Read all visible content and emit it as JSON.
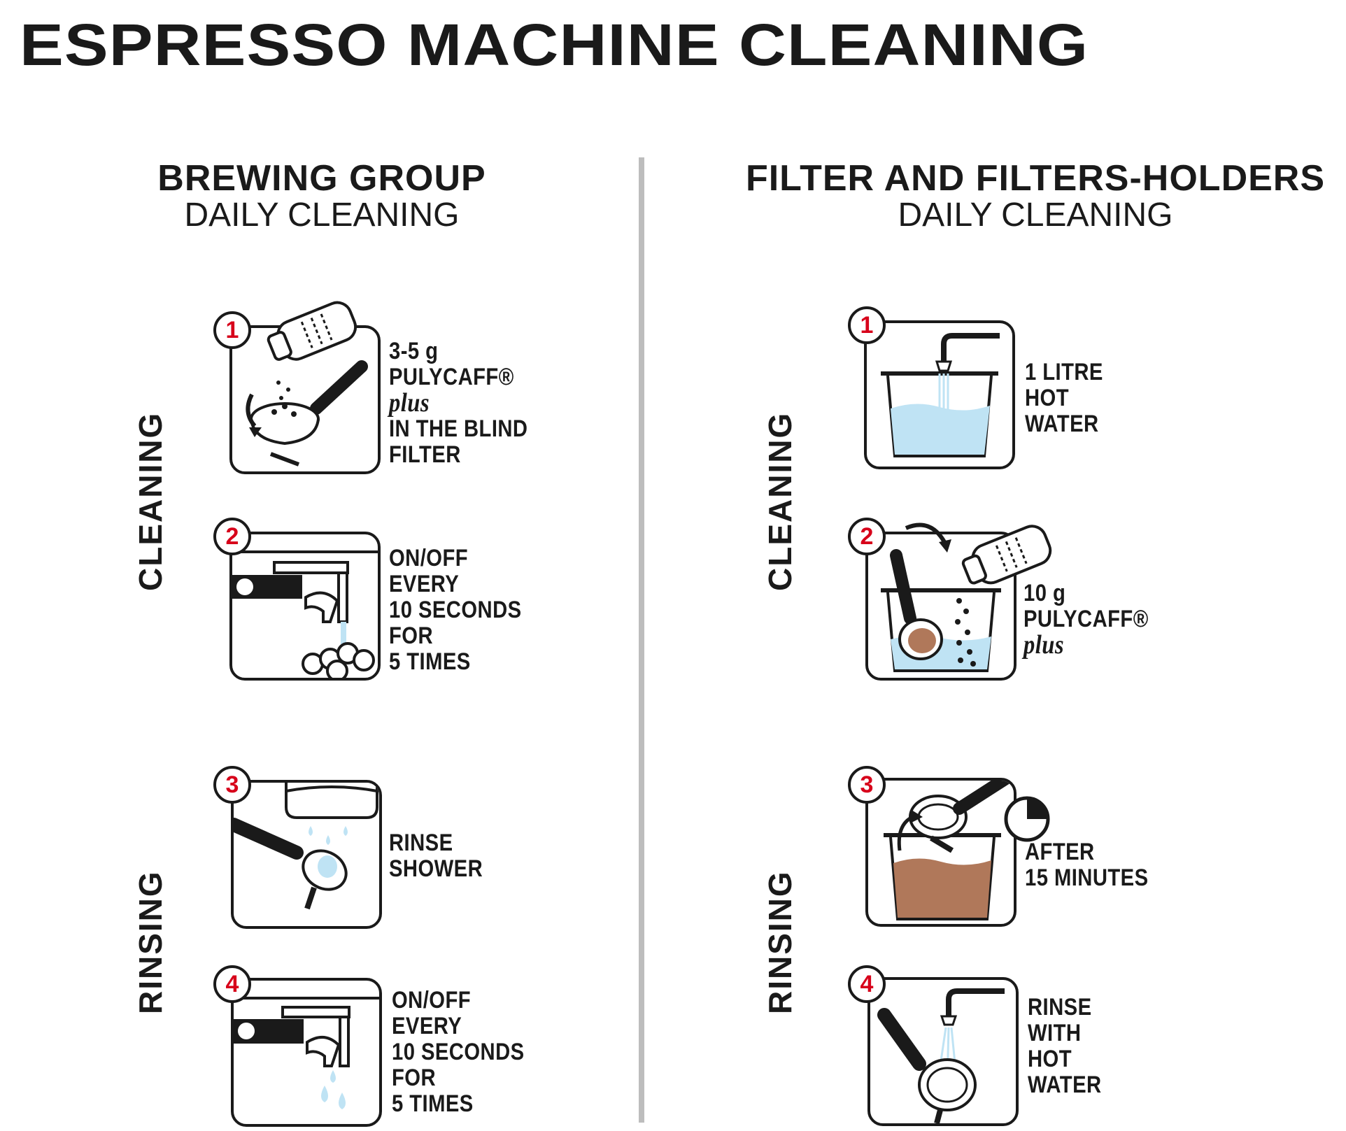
{
  "title": "ESPRESSO MACHINE CLEANING",
  "left": {
    "heading_line1": "BREWING GROUP",
    "heading_line2": "DAILY CLEANING",
    "side_cleaning": "CLEANING",
    "side_rinsing": "RINSING",
    "steps": [
      {
        "number": "1",
        "icon": "pour-powder-into-filter-icon",
        "lines": [
          "3-5 g",
          "PULYCAFF®",
          "plus",
          "IN THE BLIND",
          "FILTER"
        ]
      },
      {
        "number": "2",
        "icon": "group-onoff-foam-icon",
        "lines": [
          "ON/OFF",
          "EVERY",
          "10 SECONDS",
          "FOR",
          "5 TIMES"
        ]
      },
      {
        "number": "3",
        "icon": "rinse-shower-icon",
        "lines": [
          "RINSE",
          "SHOWER"
        ]
      },
      {
        "number": "4",
        "icon": "group-onoff-drops-icon",
        "lines": [
          "ON/OFF",
          "EVERY",
          "10 SECONDS",
          "FOR",
          "5 TIMES"
        ]
      }
    ]
  },
  "right": {
    "heading_line1": "FILTER AND FILTERS-HOLDERS",
    "heading_line2": "DAILY CLEANING",
    "side_cleaning": "CLEANING",
    "side_rinsing": "RINSING",
    "steps": [
      {
        "number": "1",
        "icon": "hot-water-bucket-icon",
        "lines": [
          "1 LITRE",
          "HOT",
          "WATER"
        ]
      },
      {
        "number": "2",
        "icon": "powder-into-bucket-icon",
        "lines": [
          "10 g",
          "PULYCAFF®",
          "plus"
        ]
      },
      {
        "number": "3",
        "icon": "soak-timer-icon",
        "lines": [
          "AFTER",
          "15 MINUTES"
        ]
      },
      {
        "number": "4",
        "icon": "rinse-hot-water-icon",
        "lines": [
          "RINSE",
          "WITH",
          "HOT",
          "WATER"
        ]
      }
    ]
  },
  "colors": {
    "number": "#d7001a",
    "water": "#bfe3f4",
    "coffee": "#b0785a",
    "divider": "#bdbdbd"
  }
}
